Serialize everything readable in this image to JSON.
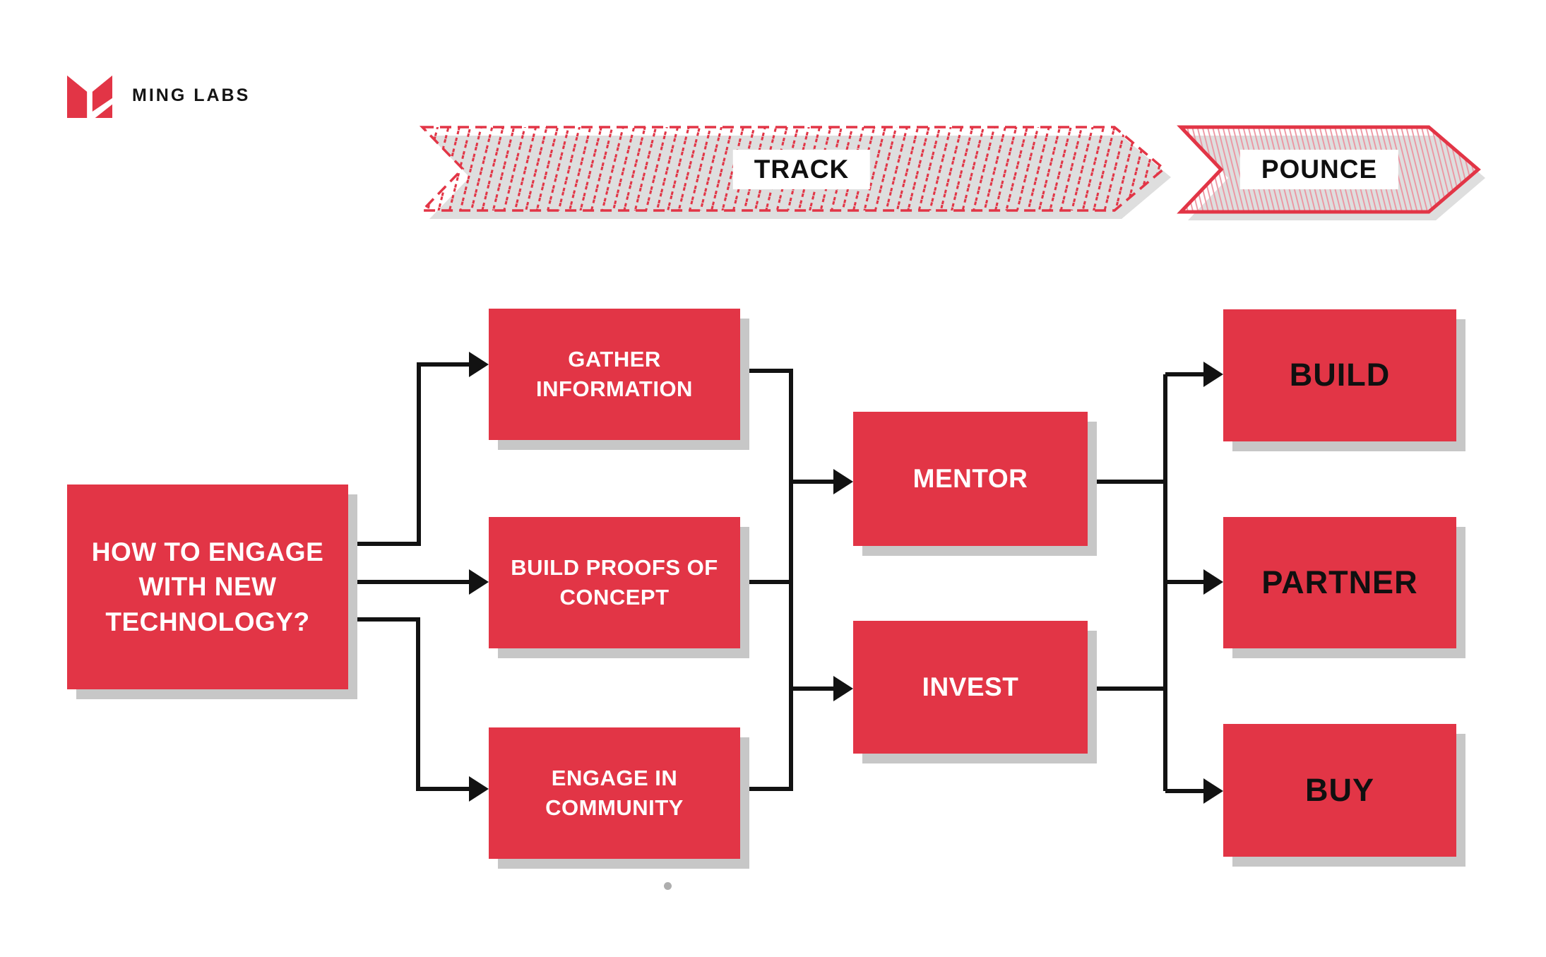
{
  "brand": {
    "name": "MING LABS"
  },
  "stage_banners": {
    "track": "TRACK",
    "pounce": "POUNCE"
  },
  "question_box": {
    "label": "HOW TO ENGAGE WITH NEW TECHNOLOGY?"
  },
  "track_steps": [
    {
      "label": "GATHER INFORMATION"
    },
    {
      "label": "BUILD PROOFS OF CONCEPT"
    },
    {
      "label": "ENGAGE IN COMMUNITY"
    }
  ],
  "engagement_modes": [
    {
      "label": "MENTOR"
    },
    {
      "label": "INVEST"
    }
  ],
  "pounce_actions": [
    {
      "label": "BUILD"
    },
    {
      "label": "PARTNER"
    },
    {
      "label": "BUY"
    }
  ],
  "colors": {
    "accent_red": "#E23546",
    "hatch_pink": "#EC93A0",
    "box_shadow_gray": "#C7C7C7",
    "banner_shadow_gray": "#DEDEDE",
    "connector_black": "#121212",
    "text_white": "#FFFFFF",
    "text_black": "#101010"
  }
}
